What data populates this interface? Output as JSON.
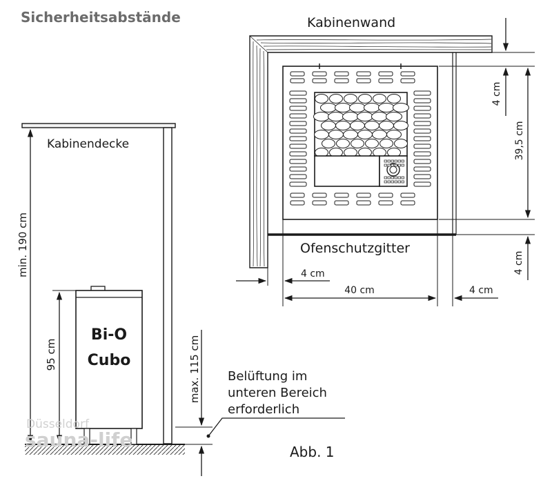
{
  "title": "Sicherheitsabstände",
  "labels": {
    "cabin_wall": "Kabinenwand",
    "cabin_ceiling": "Kabinendecke",
    "oven_guard": "Ofenschutzgitter",
    "ventilation": [
      "Belüftung im",
      "unteren Bereich",
      "erforderlich"
    ],
    "figure": "Abb. 1",
    "product": [
      "Bi-O",
      "Cubo"
    ],
    "watermark": [
      "Düsseldorf",
      "sauna-life"
    ]
  },
  "dimensions": {
    "min_height": "min. 190 cm",
    "heater_height": "95 cm",
    "max_height": "max. 115 cm",
    "top_gap": "4 cm",
    "depth": "39,5 cm",
    "bottom_gap": "4 cm",
    "left_gap": "4 cm",
    "width": "40 cm",
    "right_gap": "4 cm"
  },
  "colors": {
    "line": "#1a1a1a",
    "grey_text": "#6b6b6b",
    "watermark": "#d0d0d0"
  }
}
